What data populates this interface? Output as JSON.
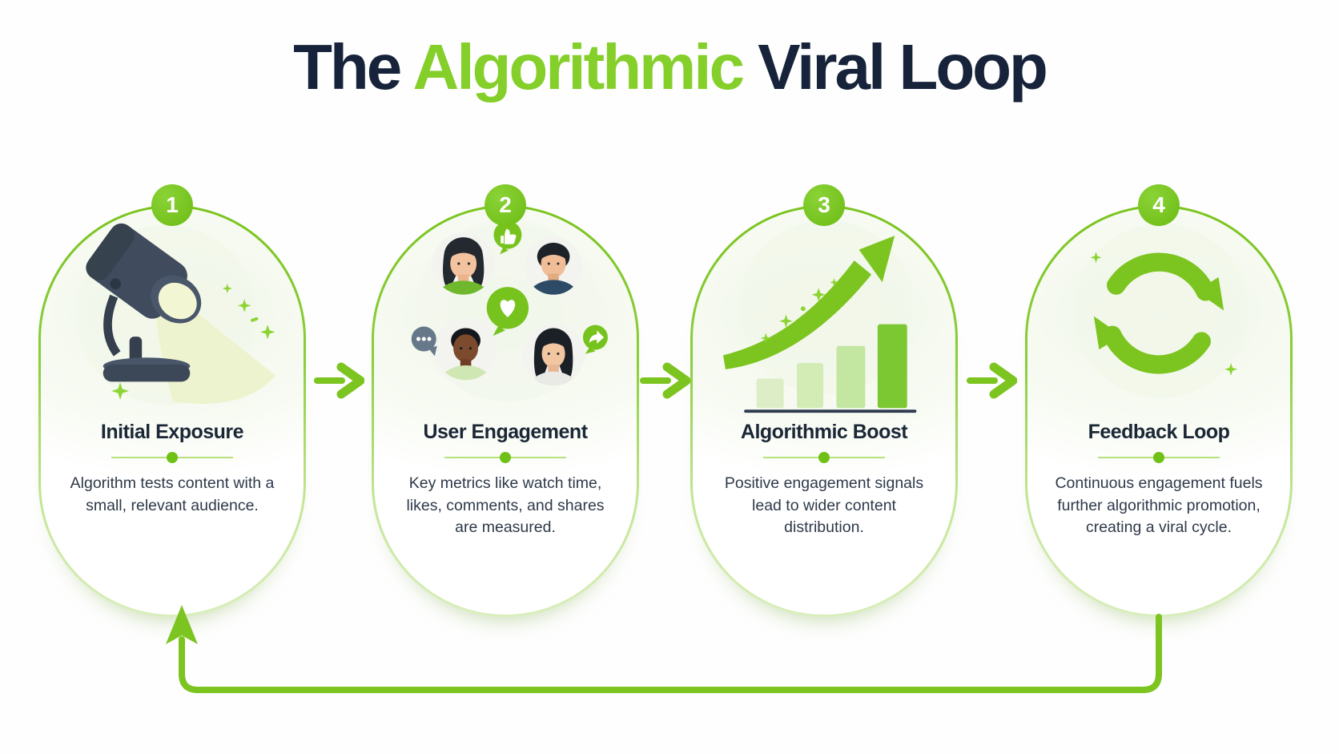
{
  "title": {
    "part1": "The ",
    "highlight": "Algorithmic",
    "part2": " Viral Loop"
  },
  "steps": [
    {
      "number": "1",
      "heading": "Initial Exposure",
      "description": "Algorithm tests content with a small, relevant audience.",
      "icon": "spotlight-icon"
    },
    {
      "number": "2",
      "heading": "User Engagement",
      "description": "Key metrics like watch time, likes, comments, and shares are measured.",
      "icon": "audience-engagement-icon"
    },
    {
      "number": "3",
      "heading": "Algorithmic Boost",
      "description": "Positive engagement signals lead to wider content distribution.",
      "icon": "growth-chart-icon"
    },
    {
      "number": "4",
      "heading": "Feedback Loop",
      "description": "Continuous engagement fuels further algorithmic promotion, creating a viral cycle.",
      "icon": "cycle-arrows-icon"
    }
  ],
  "colors": {
    "accent_green": "#7cc41f",
    "title_green": "#84cf2a",
    "dark_navy": "#17233a",
    "pale_green_border": "#cde9a4",
    "light_green_fill": "#d8eebc"
  }
}
